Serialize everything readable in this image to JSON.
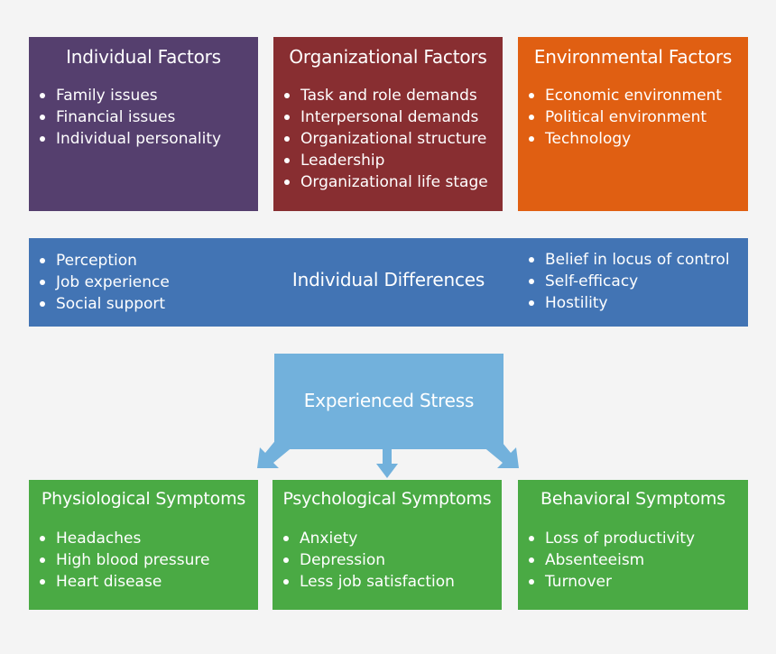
{
  "individual_factors": {
    "title": "Individual Factors",
    "items": [
      "Family issues",
      "Financial issues",
      "Individual personality"
    ]
  },
  "organizational_factors": {
    "title": "Organizational Factors",
    "items": [
      "Task and role demands",
      "Interpersonal demands",
      "Organizational structure",
      "Leadership",
      "Organizational life stage"
    ]
  },
  "environmental_factors": {
    "title": "Environmental Factors",
    "items": [
      "Economic environment",
      "Political environment",
      "Technology"
    ]
  },
  "individual_differences": {
    "title": "Individual Differences",
    "left_items": [
      "Perception",
      "Job experience",
      "Social support"
    ],
    "right_items": [
      "Belief in locus of control",
      "Self-efficacy",
      "Hostility"
    ]
  },
  "experienced_stress": {
    "title": "Experienced Stress"
  },
  "physiological_symptoms": {
    "title": "Physiological Symptoms",
    "items": [
      "Headaches",
      "High blood pressure",
      "Heart disease"
    ]
  },
  "psychological_symptoms": {
    "title": "Psychological Symptoms",
    "items": [
      "Anxiety",
      "Depression",
      "Less job satisfaction"
    ]
  },
  "behavioral_symptoms": {
    "title": "Behavioral Symptoms",
    "items": [
      "Loss of productivity",
      "Absenteeism",
      "Turnover"
    ]
  },
  "colors": {
    "individual": "#553f6e",
    "organizational": "#882e31",
    "environmental": "#e05f12",
    "differences": "#4274b4",
    "stress": "#72b1dc",
    "symptoms": "#4aaa44"
  }
}
